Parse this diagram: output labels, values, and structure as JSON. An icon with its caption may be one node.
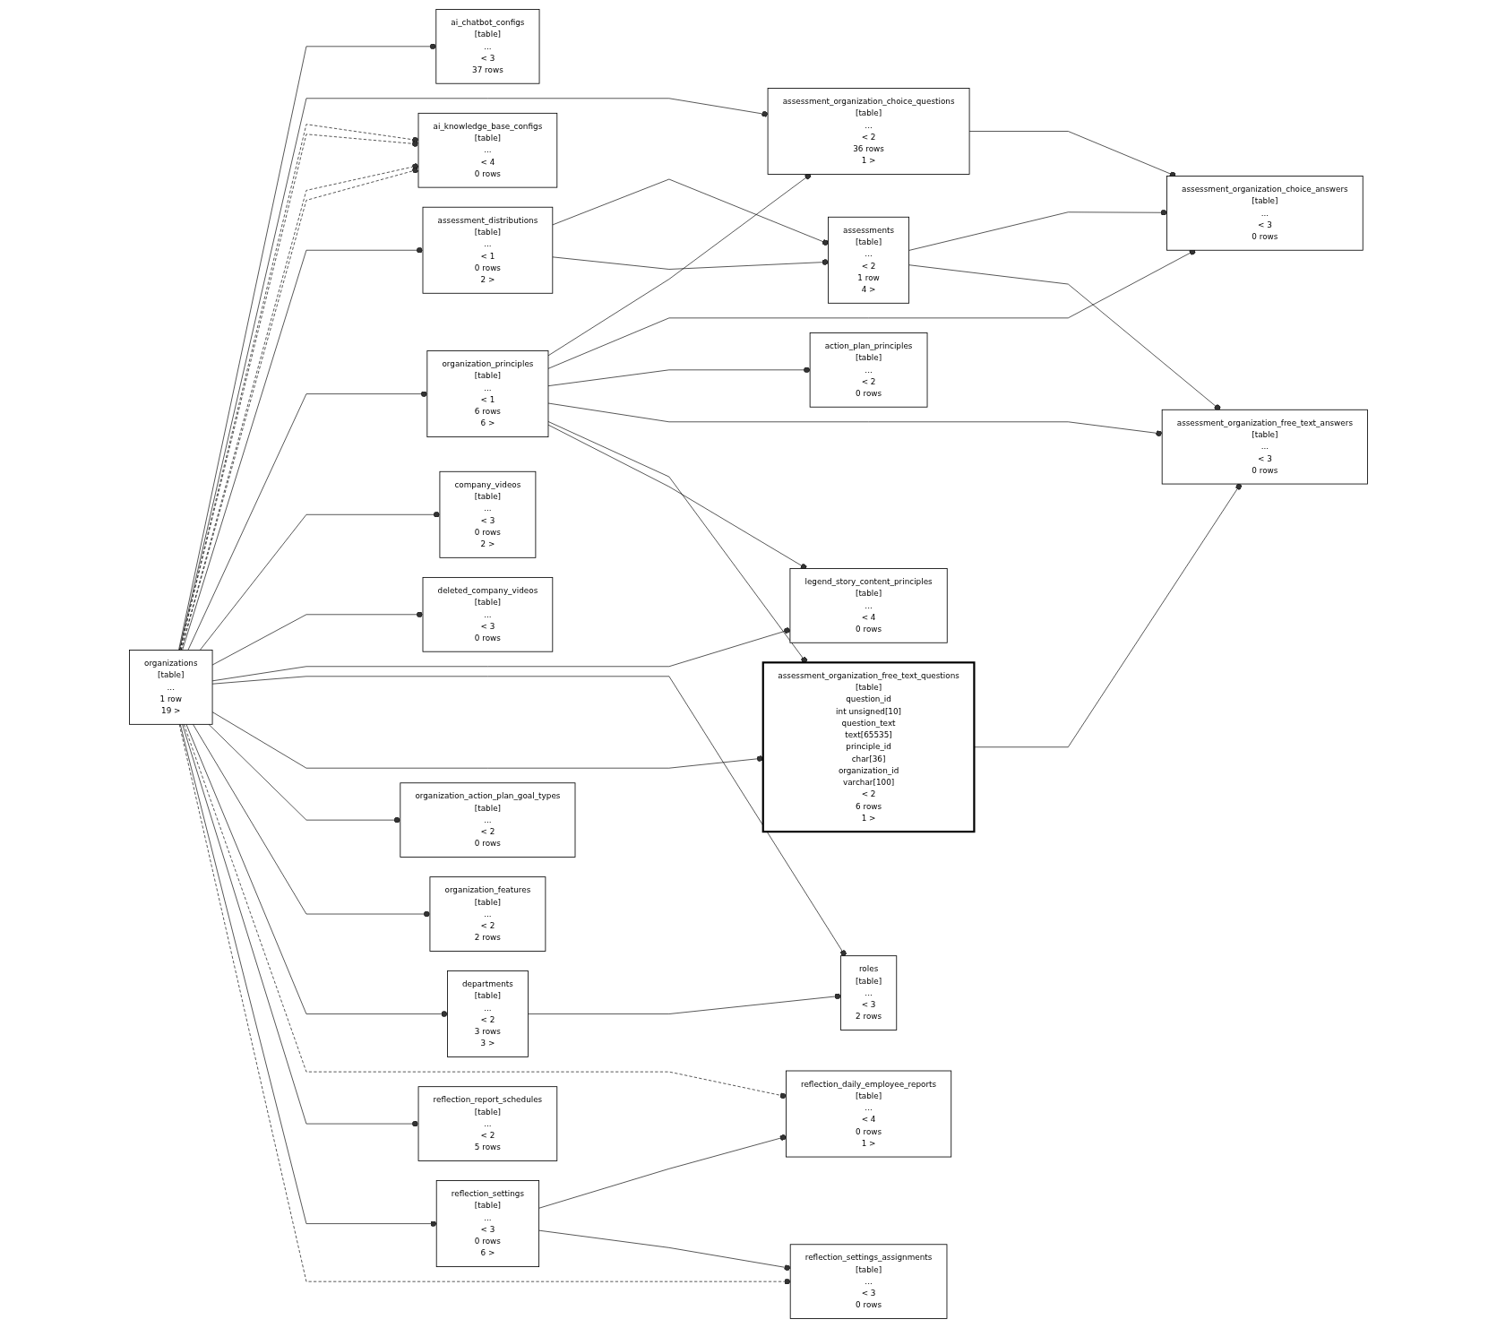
{
  "diagram": {
    "nodes": [
      {
        "text": [
          "ai_chatbot_configs",
          "[table]",
          "...",
          "< 3",
          "37 rows"
        ]
      },
      {
        "text": [
          "assessment_organization_choice_questions",
          "[table]",
          "...",
          "< 2",
          "36 rows",
          "1 >"
        ]
      },
      {
        "text": [
          "ai_knowledge_base_configs",
          "[table]",
          "...",
          "< 4",
          "0 rows"
        ]
      },
      {
        "text": [
          "assessments",
          "[table]",
          "...",
          "< 2",
          "1 row",
          "4 >"
        ]
      },
      {
        "text": [
          "assessment_organization_choice_answers",
          "[table]",
          "...",
          "< 3",
          "0 rows"
        ]
      },
      {
        "text": [
          "assessment_distributions",
          "[table]",
          "...",
          "< 1",
          "0 rows",
          "2 >"
        ]
      },
      {
        "text": [
          "action_plan_principles",
          "[table]",
          "...",
          "< 2",
          "0 rows"
        ]
      },
      {
        "text": [
          "organization_principles",
          "[table]",
          "...",
          "< 1",
          "6 rows",
          "6 >"
        ]
      },
      {
        "text": [
          "assessment_organization_free_text_answers",
          "[table]",
          "...",
          "< 3",
          "0 rows"
        ]
      },
      {
        "text": [
          "assessment_organization_free_text_questions",
          "[table]",
          "question_id",
          "int unsigned[10]",
          "question_text",
          "text[65535]",
          "principle_id",
          "char[36]",
          "organization_id",
          "varchar[100]",
          "< 2",
          "6 rows",
          "1 >"
        ]
      },
      {
        "text": [
          "company_videos",
          "[table]",
          "...",
          "< 3",
          "0 rows",
          "2 >"
        ]
      },
      {
        "text": [
          "organizations",
          "[table]",
          "...",
          "1 row",
          "19 >"
        ]
      },
      {
        "text": [
          "deleted_company_videos",
          "[table]",
          "...",
          "< 3",
          "0 rows"
        ]
      },
      {
        "text": [
          "legend_story_content_principles",
          "[table]",
          "...",
          "< 4",
          "0 rows"
        ]
      },
      {
        "text": [
          "organization_action_plan_goal_types",
          "[table]",
          "...",
          "< 2",
          "0 rows"
        ]
      },
      {
        "text": [
          "roles",
          "[table]",
          "...",
          "< 3",
          "2 rows"
        ]
      },
      {
        "text": [
          "organization_features",
          "[table]",
          "...",
          "< 2",
          "2 rows"
        ]
      },
      {
        "text": [
          "departments",
          "[table]",
          "...",
          "< 2",
          "3 rows",
          "3 >"
        ]
      },
      {
        "text": [
          "reflection_daily_employee_reports",
          "[table]",
          "...",
          "< 4",
          "0 rows",
          "1 >"
        ]
      },
      {
        "text": [
          "reflection_report_schedules",
          "[table]",
          "...",
          "< 2",
          "5 rows"
        ]
      },
      {
        "text": [
          "reflection_settings",
          "[table]",
          "...",
          "< 3",
          "0 rows",
          "6 >"
        ]
      },
      {
        "text": [
          "reflection_settings_assignments",
          "[table]",
          "...",
          "< 3",
          "0 rows"
        ]
      }
    ],
    "edges": [
      {
        "from": 11,
        "to": 0,
        "arrow": "other"
      },
      {
        "from": 11,
        "to": 1,
        "arrow": "other"
      },
      {
        "from": 11,
        "to": 2,
        "arrow": "other",
        "style": "dashed"
      },
      {
        "from": 11,
        "to": 2,
        "arrow": "other",
        "style": "dashed"
      },
      {
        "from": 11,
        "to": 2,
        "arrow": "other",
        "style": "dashed"
      },
      {
        "from": 11,
        "to": 2,
        "arrow": "other",
        "style": "dashed"
      },
      {
        "from": 11,
        "to": 5,
        "arrow": "other"
      },
      {
        "from": 11,
        "to": 7,
        "arrow": "other"
      },
      {
        "from": 11,
        "to": 10,
        "arrow": "other"
      },
      {
        "from": 11,
        "to": 12,
        "arrow": "other"
      },
      {
        "from": 11,
        "to": 13,
        "arrow": "other"
      },
      {
        "from": 11,
        "to": 15,
        "arrow": "other"
      },
      {
        "from": 11,
        "to": 9,
        "arrow": "other"
      },
      {
        "from": 11,
        "to": 14,
        "arrow": "other"
      },
      {
        "from": 11,
        "to": 16,
        "arrow": "other"
      },
      {
        "from": 11,
        "to": 17,
        "arrow": "other"
      },
      {
        "from": 11,
        "to": 18,
        "arrow": "other",
        "style": "dashed"
      },
      {
        "from": 11,
        "to": 19,
        "arrow": "other"
      },
      {
        "from": 11,
        "to": 20,
        "arrow": "other"
      },
      {
        "from": 11,
        "to": 21,
        "arrow": "other",
        "style": "dashed"
      },
      {
        "from": 5,
        "to": 3,
        "arrow": "other"
      },
      {
        "from": 5,
        "to": 3,
        "arrow": "other"
      },
      {
        "from": 7,
        "to": 1,
        "arrow": "other"
      },
      {
        "from": 7,
        "to": 4,
        "arrow": "other"
      },
      {
        "from": 7,
        "to": 6,
        "arrow": "other"
      },
      {
        "from": 7,
        "to": 8,
        "arrow": "other"
      },
      {
        "from": 7,
        "to": 9,
        "arrow": "other"
      },
      {
        "from": 7,
        "to": 13,
        "arrow": "other"
      },
      {
        "from": 1,
        "to": 4,
        "arrow": "other"
      },
      {
        "from": 3,
        "to": 4,
        "arrow": "other"
      },
      {
        "from": 3,
        "to": 8,
        "arrow": "other"
      },
      {
        "from": 9,
        "to": 8,
        "arrow": "other"
      },
      {
        "from": 17,
        "to": 15,
        "arrow": "other"
      },
      {
        "from": 20,
        "to": 18,
        "arrow": "other"
      },
      {
        "from": 20,
        "to": 21,
        "arrow": "other"
      }
    ]
  }
}
